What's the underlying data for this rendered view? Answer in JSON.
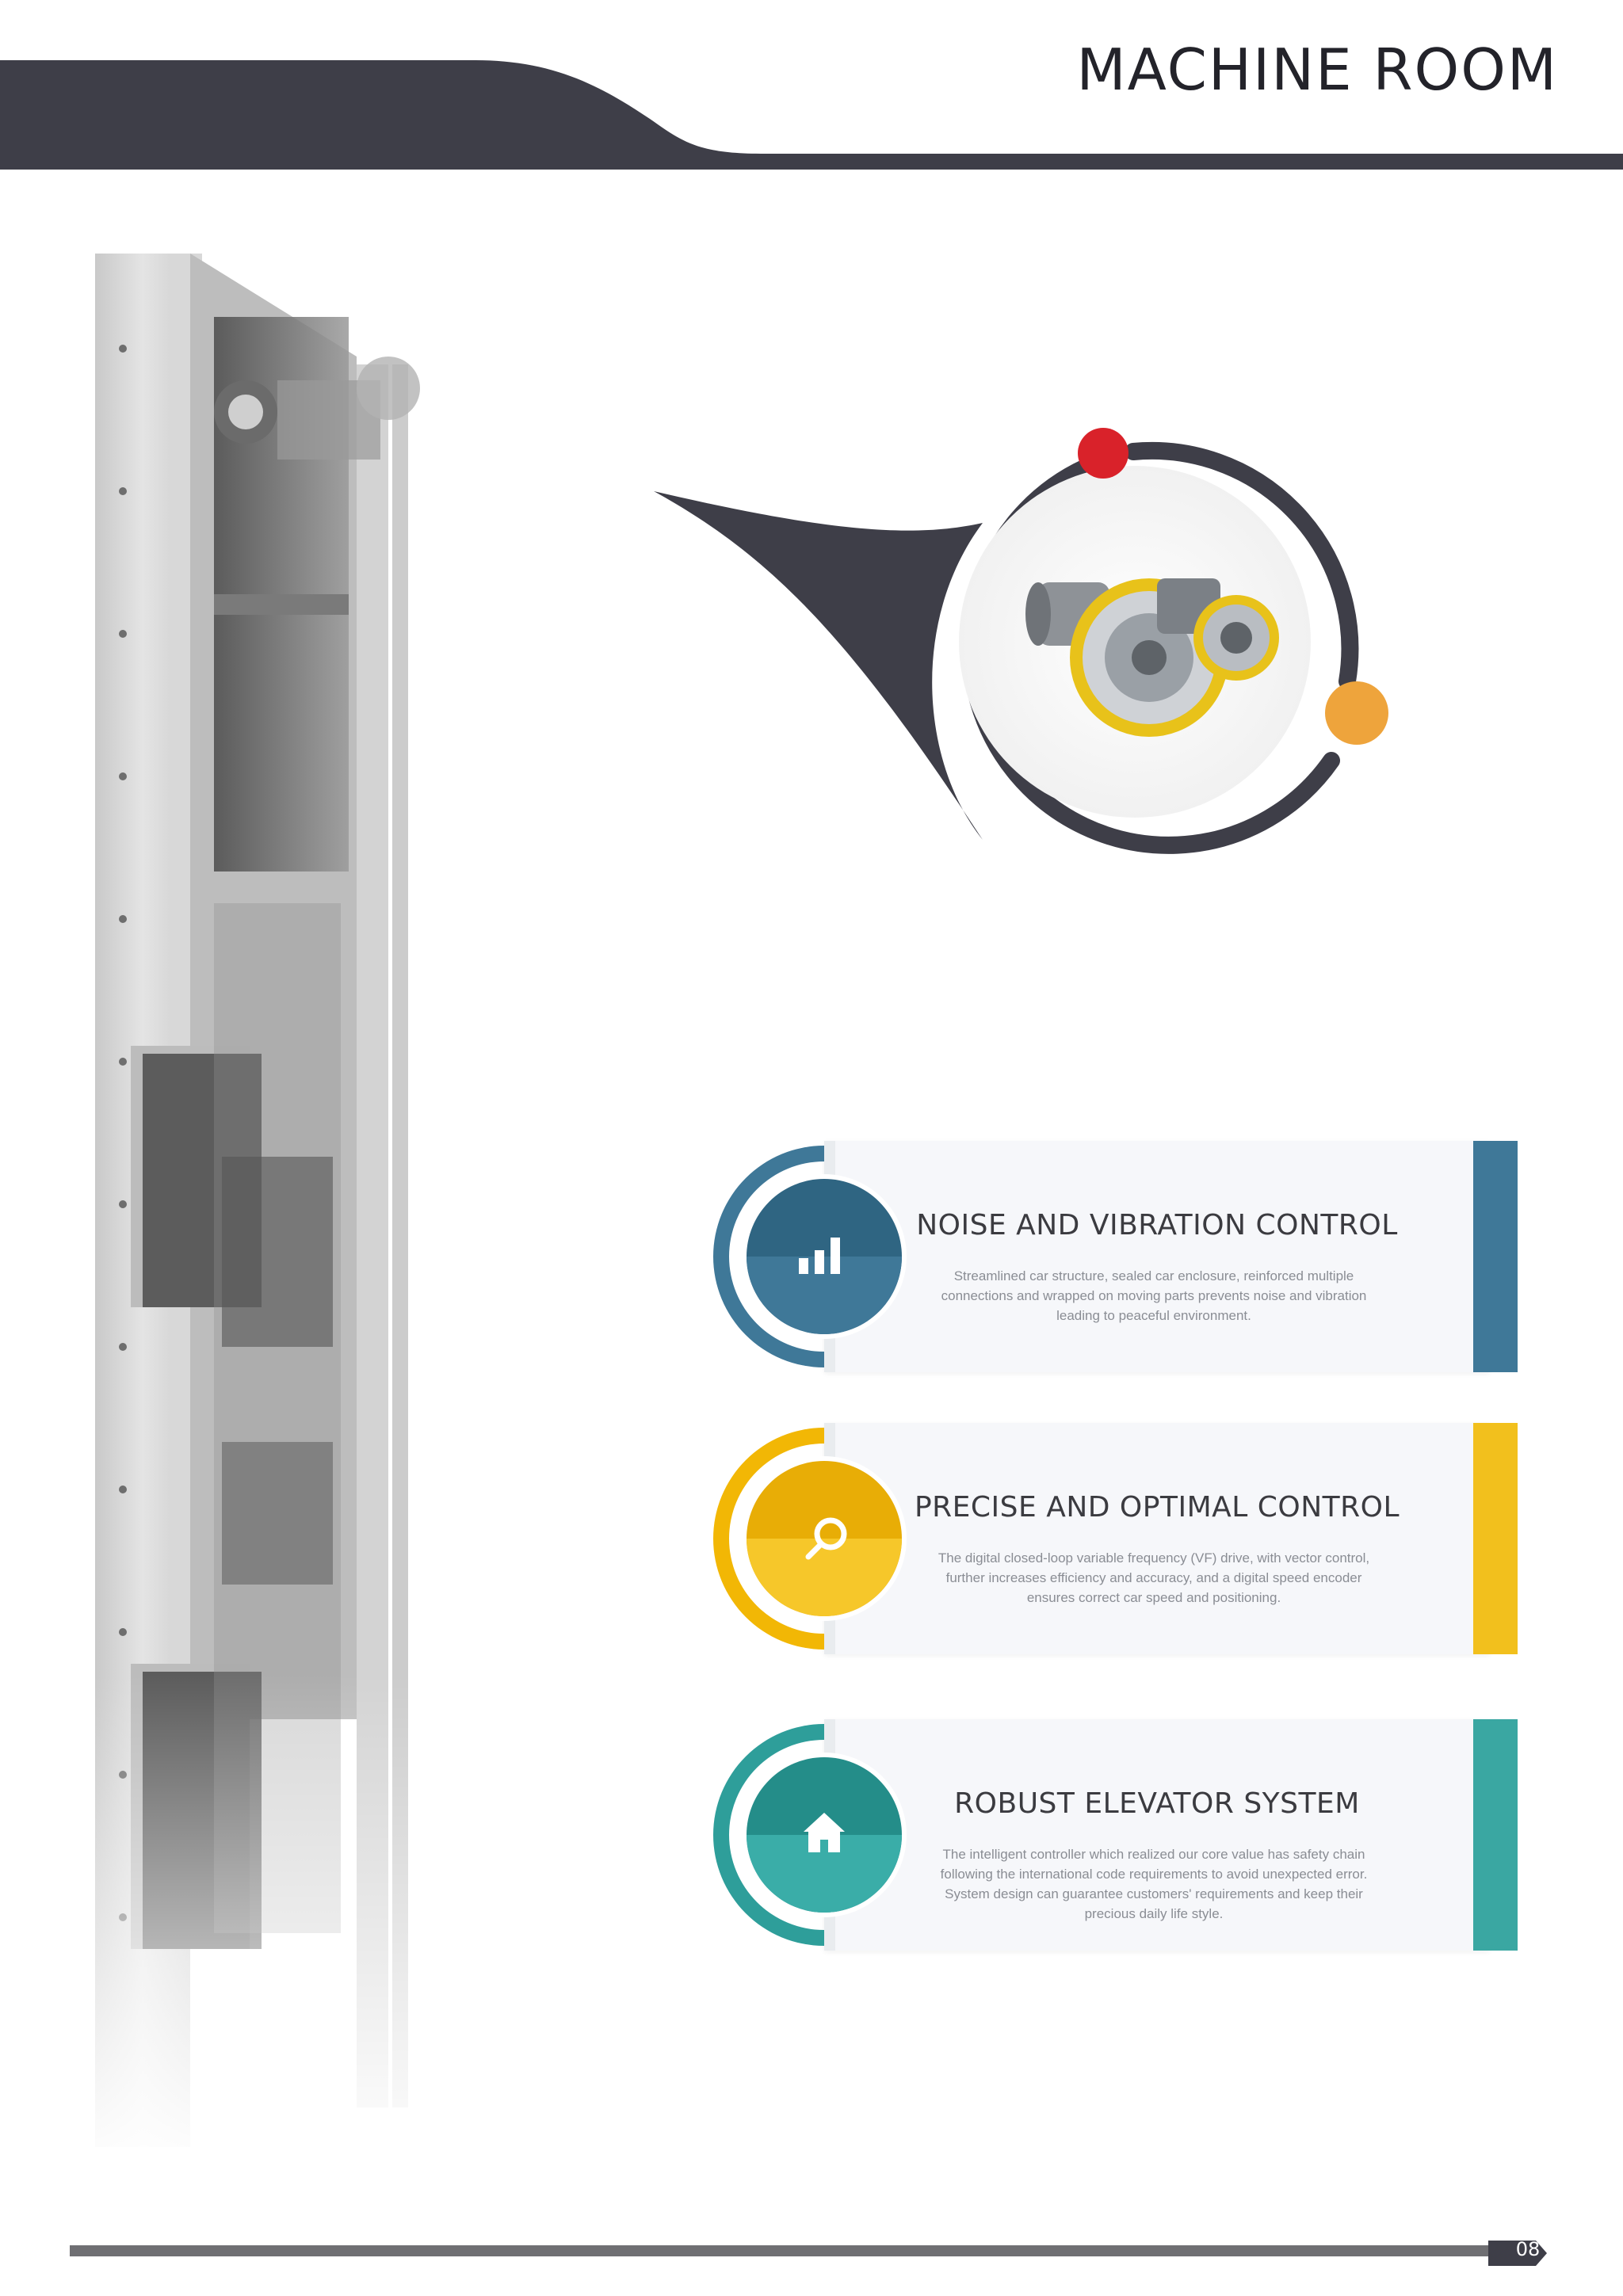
{
  "header": {
    "title": "MACHINE ROOM"
  },
  "features": [
    {
      "title": "NOISE AND VIBRATION CONTROL",
      "description": "Streamlined car structure, sealed car enclosure, reinforced multiple connections and wrapped on moving parts prevents noise and vibration leading to peaceful environment.",
      "icon": "bar-chart-icon",
      "color": "#3f7898"
    },
    {
      "title": "PRECISE AND OPTIMAL CONTROL",
      "description": "The digital closed-loop variable frequency (VF) drive, with vector control, further increases efficiency and accuracy, and a digital speed encoder ensures correct car speed and positioning.",
      "icon": "magnifier-icon",
      "color": "#f2b705"
    },
    {
      "title": "ROBUST ELEVATOR SYSTEM",
      "description": "The intelligent controller which realized our core value has safety chain following the international code requirements to avoid unexpected error. System design can guarantee customers' requirements and keep their precious daily life style.",
      "icon": "home-icon",
      "color": "#2e9e9a"
    }
  ],
  "footer": {
    "page_number": "08"
  },
  "colors": {
    "dark": "#3e3e48",
    "red_dot": "#d9222a",
    "orange_dot": "#eea43c"
  }
}
